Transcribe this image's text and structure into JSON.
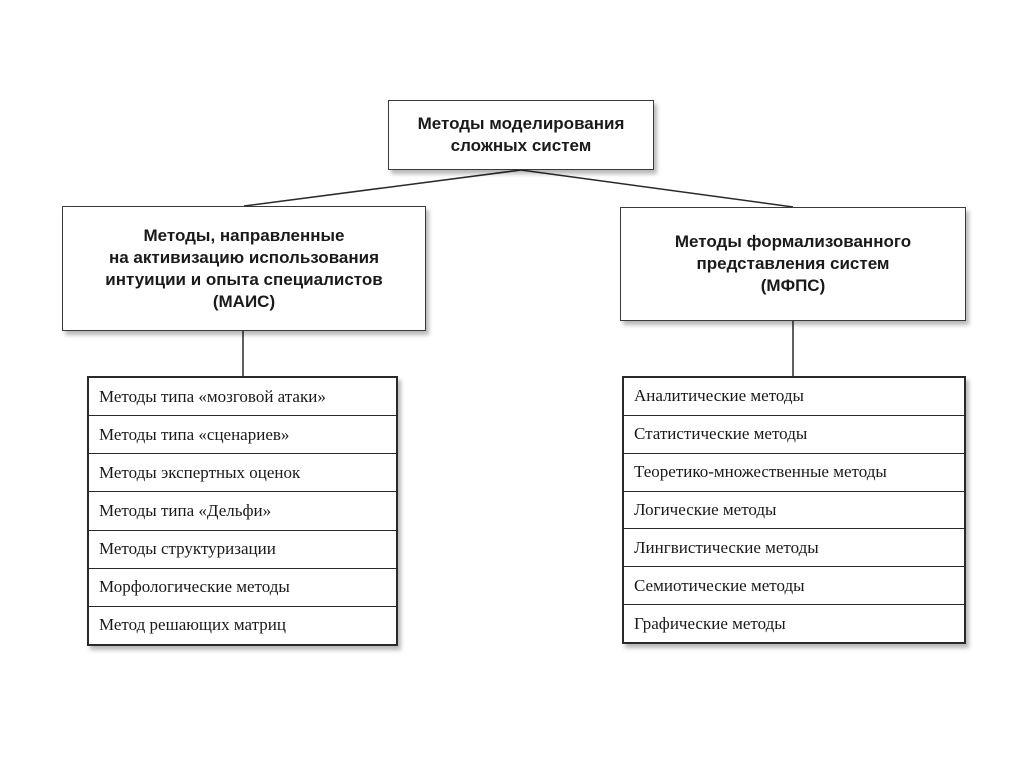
{
  "root": {
    "lines": [
      "Методы моделирования",
      "сложных систем"
    ]
  },
  "left_branch": {
    "lines": [
      "Методы, направленные",
      "на активизацию использования",
      "интуиции и опыта специалистов",
      "(МАИС)"
    ],
    "items": [
      "Методы типа «мозговой атаки»",
      "Методы типа «сценариев»",
      "Методы экспертных оценок",
      "Методы типа «Дельфи»",
      "Методы структуризации",
      "Морфологические методы",
      "Метод решающих матриц"
    ]
  },
  "right_branch": {
    "lines": [
      "Методы формализованного",
      "представления систем",
      "(МФПС)"
    ],
    "items": [
      "Аналитические методы",
      "Статистические методы",
      "Теоретико-множественные методы",
      "Логические методы",
      "Лингвистические методы",
      "Семиотические методы",
      "Графические методы"
    ]
  }
}
